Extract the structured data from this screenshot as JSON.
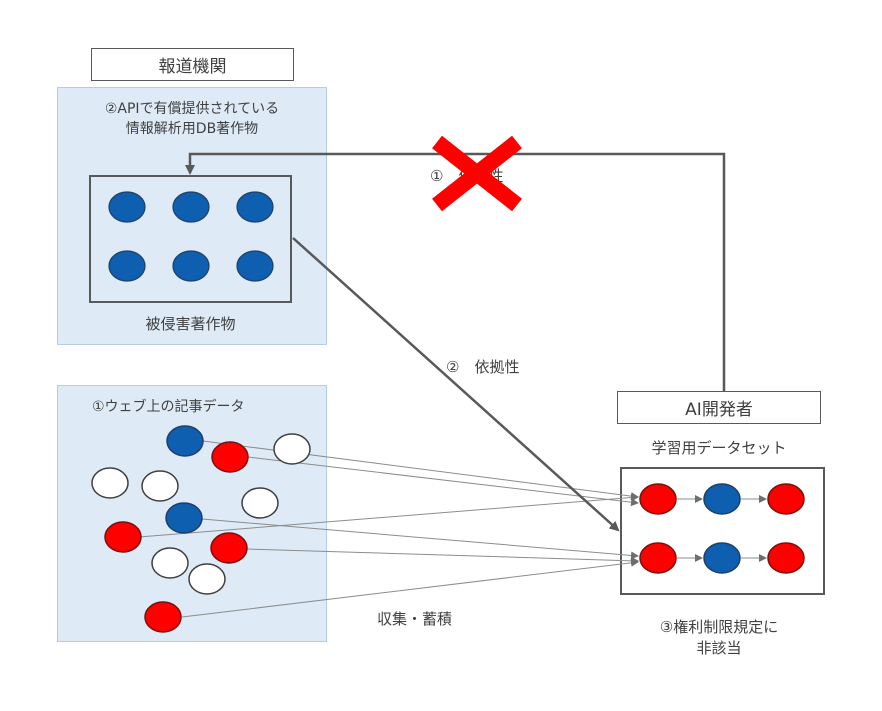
{
  "press": {
    "label": "報道機関",
    "api_db_line1": "②APIで有償提供されている",
    "api_db_line2": "情報解析用DB著作物",
    "infringed_label": "被侵害著作物"
  },
  "web": {
    "label": "①ウェブ上の記事データ"
  },
  "ai": {
    "label": "AI開発者",
    "dataset_label": "学習用データセット",
    "exception_line1": "③権利制限規定に",
    "exception_line2": "非該当"
  },
  "arrows": {
    "dependency_1": "①　依拠性",
    "dependency_2": "②　依拠性",
    "collect": "収集・蓄積"
  },
  "colors": {
    "blue": "#0f5fb0",
    "red": "#ff0000",
    "panel": "#deebf7",
    "arrow": "#595959",
    "cross": "#ff0000"
  }
}
